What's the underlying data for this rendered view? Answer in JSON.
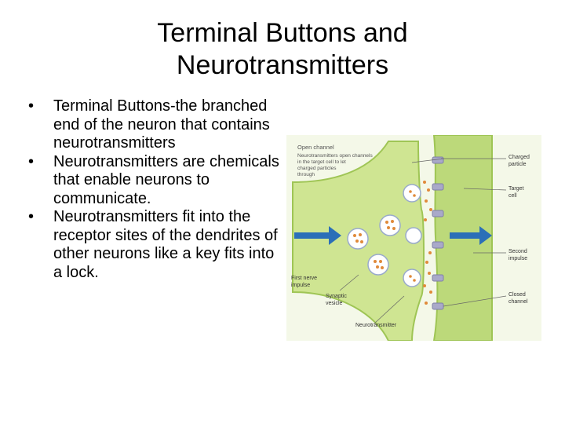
{
  "slide": {
    "title_lines": [
      "Terminal Buttons and",
      "Neurotransmitters"
    ],
    "bullets": [
      "Terminal Buttons-the branched end of the neuron that contains neurotransmitters",
      "Neurotransmitters are chemicals  that enable neurons to communicate.",
      "Neurotransmitters fit into the receptor sites of the dendrites of other neurons like a key fits into a lock."
    ],
    "bullet_glyph": "•"
  },
  "diagram": {
    "open_channel_heading": "Open channel",
    "open_channel_desc": [
      "Neurotransmitters open channels",
      "in the target cell to let",
      "charged particles",
      "through"
    ],
    "labels": {
      "charged_particle": [
        "Charged",
        "particle"
      ],
      "target_cell": [
        "Target",
        "cell"
      ],
      "second_impulse": [
        "Second",
        "impulse"
      ],
      "closed_channel": [
        "Closed",
        "channel"
      ],
      "first_nerve_impulse": [
        "First nerve",
        "impulse"
      ],
      "synaptic_vesicle": [
        "Synaptic",
        "vesicle"
      ],
      "neurotransmitter": "Neurotransmitter"
    },
    "colors": {
      "neuron_fill": "#cfe592",
      "neuron_stroke": "#9fc555",
      "target_fill": "#bcd97a",
      "arrow": "#2b6fb8",
      "vesicle": "#ffffff",
      "particle": "#e08a3a",
      "receptor": "#a9a9c9",
      "label_text": "#333333",
      "heading_text": "#555555"
    }
  }
}
